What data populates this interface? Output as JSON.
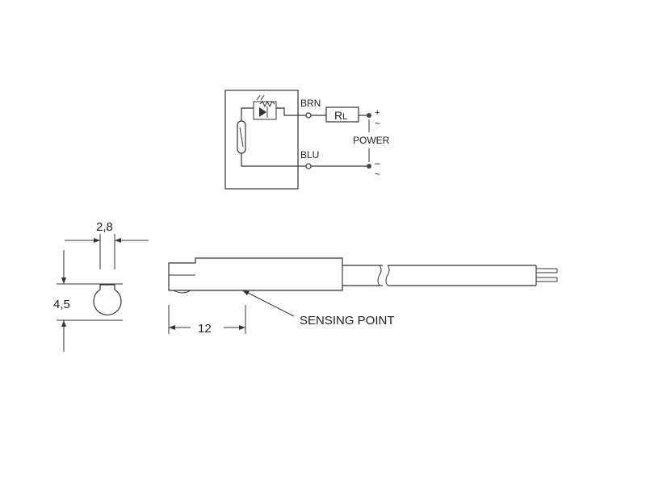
{
  "circuit": {
    "wire_top_label": "BRN",
    "wire_bottom_label": "BLU",
    "load_label_main": "R",
    "load_label_sub": "L",
    "plus_sign": "+",
    "minus_sign": "–",
    "ac_symbol": "~",
    "power_label": "POWER"
  },
  "dimensions": {
    "width": "2,8",
    "height": "4,5",
    "length": "12"
  },
  "callout": {
    "sensing_point": "SENSING POINT"
  }
}
